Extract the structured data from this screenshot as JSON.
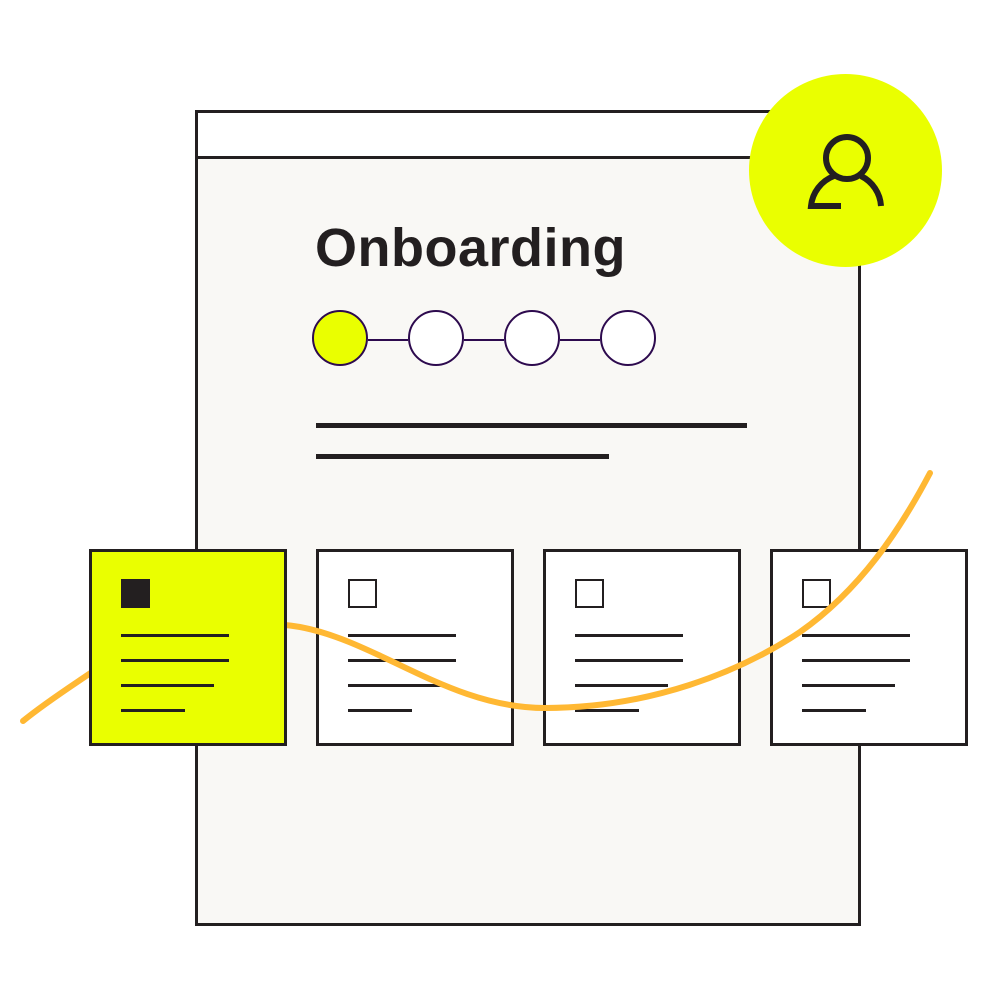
{
  "colors": {
    "accent": "#eaff00",
    "ink": "#231f20",
    "stepper_stroke": "#2d0a4e",
    "curve": "#ffb833",
    "window_bg": "#f9f8f5"
  },
  "window": {
    "title": "Onboarding",
    "stepper": {
      "total_steps": 4,
      "current_step": 1,
      "steps": [
        {
          "index": 1,
          "state": "active"
        },
        {
          "index": 2,
          "state": "inactive"
        },
        {
          "index": 3,
          "state": "inactive"
        },
        {
          "index": 4,
          "state": "inactive"
        }
      ]
    },
    "text_placeholder_lines": 2
  },
  "avatar": {
    "icon": "user-icon"
  },
  "cards": [
    {
      "id": "card-1",
      "state": "selected",
      "icon": "checkbox-filled-icon",
      "lines": 4
    },
    {
      "id": "card-2",
      "state": "default",
      "icon": "checkbox-empty-icon",
      "lines": 4
    },
    {
      "id": "card-3",
      "state": "default",
      "icon": "checkbox-empty-icon",
      "lines": 4
    },
    {
      "id": "card-4",
      "state": "default",
      "icon": "checkbox-empty-icon",
      "lines": 4
    }
  ]
}
